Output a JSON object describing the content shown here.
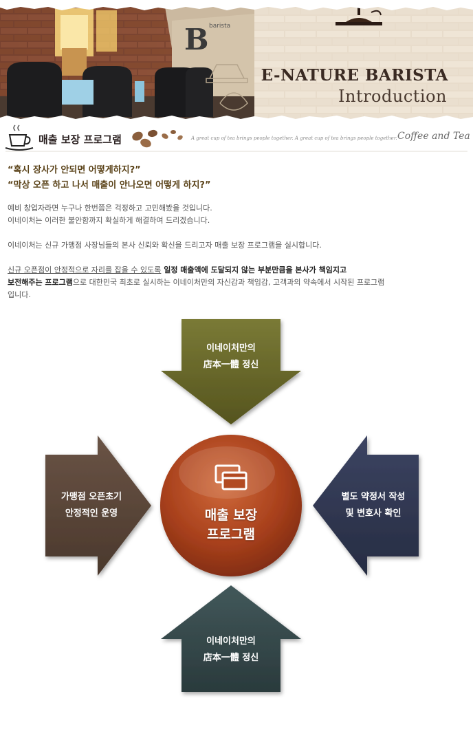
{
  "header": {
    "brand_title": "E-NATURE BARISTA",
    "brand_subtitle": "Introduction",
    "wall_letter": "B",
    "wall_sign": "barista"
  },
  "section": {
    "title": "매출 보장 프로그램",
    "tagline": "A great cup of tea brings people together.  A great cup of tea brings people together.",
    "coffee_tea": "Coffee and Tea"
  },
  "quotes": [
    "“혹시 장사가 안되면 어떻게하지?”",
    "“막상 오픈 하고 나서 매출이 안나오면 어떻게 하지?”"
  ],
  "paragraphs": {
    "p1_line1": "예비 창업자라면 누구나 한번쯤은 걱정하고 고민해봤을 것입니다.",
    "p1_line2": "이네이처는 이러한 불안함까지 확실하게 해결하여 드리겠습니다.",
    "p2": "이네이처는 신규 가맹점 사장님들의 본사 신뢰와 확신을 드리고자 매출 보장 프로그램을 실시합니다.",
    "p3_underlined": "신규 오픈점이 안정적으로 자리를 잡을 수 있도록",
    "p3_bold1": " 일정 매출액에 도달되지 않는 부분만큼을 본사가 책임지고",
    "p3_bold2": "보전해주는 프로그램",
    "p3_rest": "으로 대한민국 최초로 실시하는 이네이처만의 자신감과 책임감, 고객과의 약속에서 시작된 프로그램",
    "p3_end": "입니다."
  },
  "diagram": {
    "top": {
      "line1": "이네이처만의",
      "line2": "店本一體 정신"
    },
    "left": {
      "line1": "가맹점 오픈초기",
      "line2": "안정적인 운영"
    },
    "right": {
      "line1": "별도 약정서 작성",
      "line2": "및 변호사 확인"
    },
    "bottom": {
      "line1": "이네이처만의",
      "line2": "店本一體 정신"
    },
    "center": {
      "line1": "매출 보장",
      "line2": "프로그램"
    }
  },
  "colors": {
    "top_arrow": "#6b6a2a",
    "left_arrow": "#5a4638",
    "right_arrow": "#2f3650",
    "bottom_arrow": "#34484a",
    "center_circle": "#a8401c",
    "quote_text": "#5a4218"
  }
}
